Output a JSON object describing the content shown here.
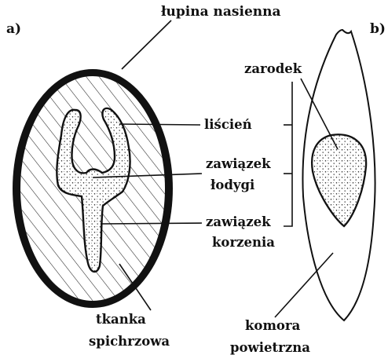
{
  "panel_a": {
    "tag": "a)",
    "labels": {
      "seed_coat": "łupina nasienna",
      "cotyledon": "liścień",
      "stem_bud_line1": "zawiązek",
      "stem_bud_line2": "łodygi",
      "root_bud_line1": "zawiązek",
      "root_bud_line2": "korzenia",
      "storage_line1": "tkanka",
      "storage_line2": "spichrzowa"
    }
  },
  "panel_b": {
    "tag": "b)",
    "labels": {
      "embryo": "zarodek",
      "air_line1": "komora",
      "air_line2": "powietrzna"
    }
  },
  "colors": {
    "ink": "#111111",
    "background": "#ffffff"
  }
}
